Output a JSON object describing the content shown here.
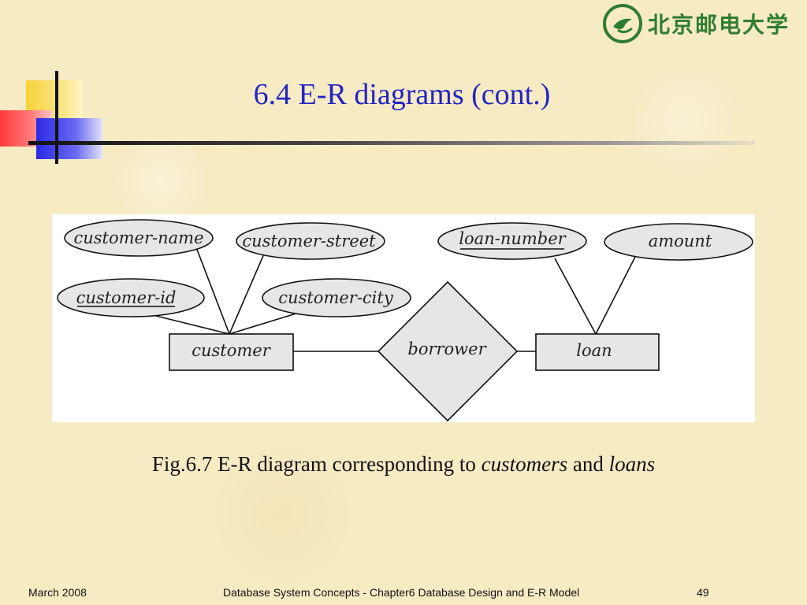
{
  "header": {
    "logo_text": "北京邮电大学",
    "title": "6.4 E-R diagrams (cont.)"
  },
  "diagram": {
    "entities": [
      {
        "id": "customer",
        "label": "customer"
      },
      {
        "id": "loan",
        "label": "loan"
      }
    ],
    "relationships": [
      {
        "id": "borrower",
        "label": "borrower",
        "connects": [
          "customer",
          "loan"
        ]
      }
    ],
    "attributes": [
      {
        "label": "customer-name",
        "entity": "customer",
        "key": false
      },
      {
        "label": "customer-street",
        "entity": "customer",
        "key": false
      },
      {
        "label": "customer-id",
        "entity": "customer",
        "key": true
      },
      {
        "label": "customer-city",
        "entity": "customer",
        "key": false
      },
      {
        "label": "loan-number",
        "entity": "loan",
        "key": true
      },
      {
        "label": "amount",
        "entity": "loan",
        "key": false
      }
    ]
  },
  "caption": {
    "prefix": "Fig.6.7 E-R diagram corresponding to ",
    "term1": "customers",
    "joiner": " and ",
    "term2": "loans"
  },
  "footer": {
    "date": "March 2008",
    "course": "Database System Concepts -  Chapter6 Database Design and E-R Model",
    "page": "49"
  },
  "colors": {
    "title": "#2424c4",
    "shape_fill": "#e6e6e6",
    "background": "#f7ebc4",
    "logo": "#2f7d32"
  }
}
